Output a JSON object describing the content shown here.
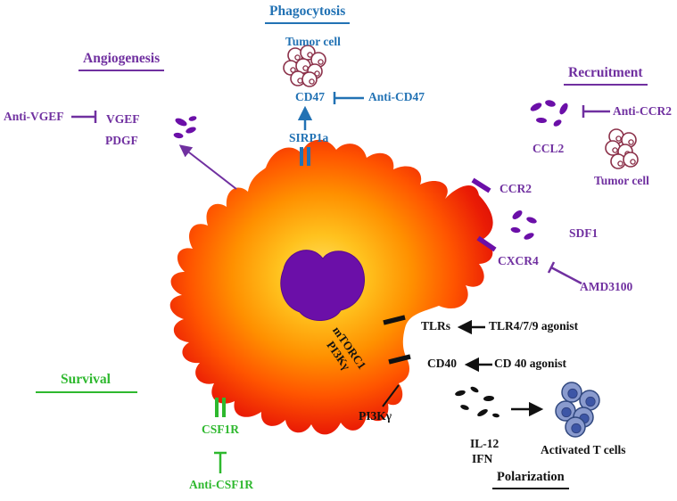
{
  "colors": {
    "blue": "#2272b4",
    "purple": "#7030a0",
    "green": "#2eb82e",
    "black": "#111111",
    "cell_center": "#ffdf60",
    "cell_edge": "#d40909",
    "nucleus": "#6b0fa8",
    "tumor_cell_outline": "#8b3049",
    "t_cell_fill": "#8a9bce"
  },
  "phagocytosis": {
    "title": "Phagocytosis",
    "tumor_cell_label": "Tumor cell",
    "cd47": "CD47",
    "anti_cd47": "Anti-CD47",
    "sirp1a": "SIRP1a"
  },
  "angiogenesis": {
    "title": "Angiogenesis",
    "anti_vgef": "Anti-VGEF",
    "vgef": "VGEF",
    "pdgf": "PDGF"
  },
  "recruitment": {
    "title": "Recruitment",
    "anti_ccr2": "Anti-CCR2",
    "ccl2": "CCL2",
    "tumor_cell_label": "Tumor cell",
    "ccr2": "CCR2",
    "sdf1": "SDF1",
    "cxcr4": "CXCR4",
    "amd3100": "AMD3100"
  },
  "survival": {
    "title": "Survival",
    "csf1r": "CSF1R",
    "anti_csf1r": "Anti-CSF1R"
  },
  "polarization": {
    "title": "Polarization",
    "tlrs": "TLRs",
    "tlr_agonist": "TLR4/7/9 agonist",
    "cd40": "CD40",
    "cd40_agonist": "CD 40 agonist",
    "pi3kg": "PI3Kγ",
    "il12": "IL-12",
    "ifn": "IFN",
    "activated_t_cells": "Activated  T cells",
    "mtorc1": "mTORC1",
    "pi3kg_inner": "PI3Kγ"
  }
}
